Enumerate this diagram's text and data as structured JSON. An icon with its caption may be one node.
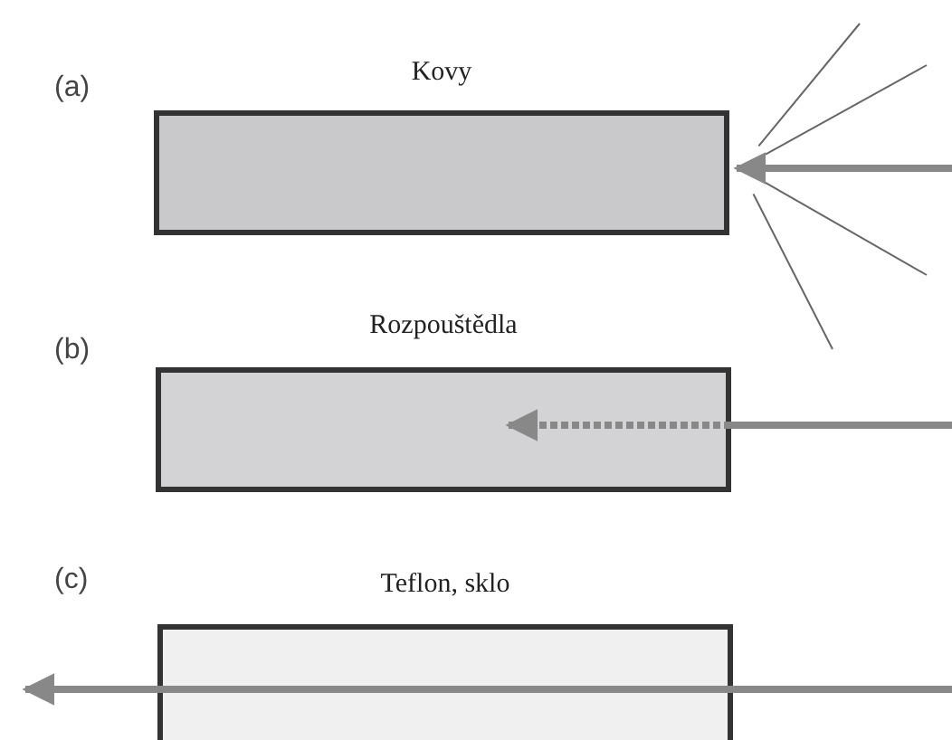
{
  "diagram": {
    "nodes": [
      {
        "text": [
          "Kovy"
        ]
      },
      {
        "text": [
          "Rozpouštědla"
        ]
      },
      {
        "text": [
          "Teflon, sklo"
        ]
      }
    ],
    "edges": [
      {
        "from": null,
        "to": 0,
        "arrow": "to"
      },
      {
        "from": null,
        "to": 1,
        "arrow": "to",
        "style": "dashed"
      }
    ],
    "labels": [
      "(a)",
      "(b)",
      "(c)"
    ]
  }
}
